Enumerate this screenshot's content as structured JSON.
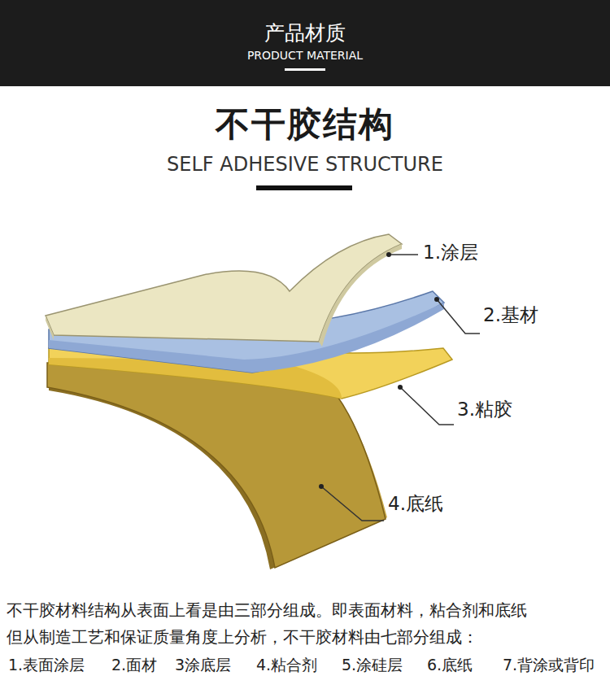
{
  "diagram": {
    "title": "不干胶结构",
    "labels": [
      "产品材质",
      "PRODUCT MATERIAL",
      "SELF ADHESIVE STRUCTURE",
      "1.涂层",
      "2.基材",
      "3.粘胶",
      "4.底纸",
      "不干胶材料结构从表面上看是由三部分组成。即表面材料，粘合剂和底纸",
      "但从制造工艺和保证质量角度上分析，不干胶材料由七部分组成：",
      "1.表面涂层",
      "2.面材",
      "3涂底层",
      "4.粘合剂",
      "5.涂硅层",
      "6.底纸",
      "7.背涂或背印"
    ]
  }
}
